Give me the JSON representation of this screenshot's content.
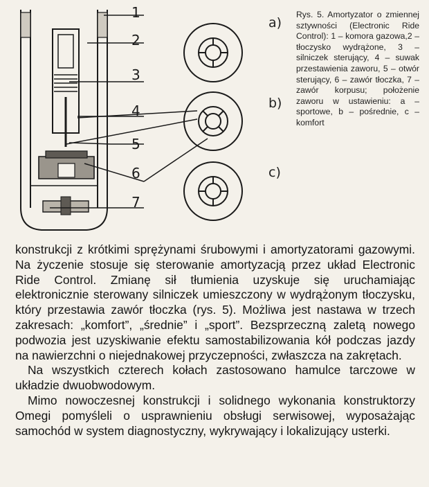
{
  "figure": {
    "callouts": [
      "1",
      "2",
      "3",
      "4",
      "5",
      "6",
      "7"
    ],
    "variants": [
      "a)",
      "b)",
      "c)"
    ],
    "caption": "Rys. 5. Amortyzator o zmiennej sztywności (Electronic Ride Control): 1 – komora gazowa,2 – tłoczysko wydrążone, 3 – silniczek sterujący, 4 – suwak przestawienia zaworu, 5 – otwór sterujący, 6 – zawór tłoczka, 7 – zawór korpusu; położenie zaworu w ustawieniu: a – sportowe, b – pośrednie, c – komfort"
  },
  "body": {
    "paragraphs": [
      "konstrukcji z krótkimi sprężynami śrubowymi i amortyzatorami gazowymi. Na życzenie stosuje się sterowanie amortyzacją przez układ Electronic Ride Control. Zmianę sił tłumienia uzyskuje się uruchamiając elektronicznie sterowany silniczek umieszczony w wydrążonym tłoczysku, który przestawia zawór tłoczka (rys. 5). Możliwa jest nastawa w trzech zakresach: „komfort”, „średnie” i „sport”. Bezsprzeczną zaletą nowego podwozia jest uzyskiwanie efektu samostabilizowania kół podczas jazdy na nawierzchni o niejednakowej przyczepności, zwłaszcza na zakrętach.",
      "Na wszystkich czterech kołach zastosowano hamulce tarczowe w układzie dwuobwodowym.",
      "Mimo nowoczesnej konstrukcji i solidnego wykonania konstruktorzy Omegi pomyśleli o usprawnieniu obsługi serwisowej, wyposażając samochód w system diagnostyczny, wykrywający i lokalizujący usterki."
    ]
  }
}
